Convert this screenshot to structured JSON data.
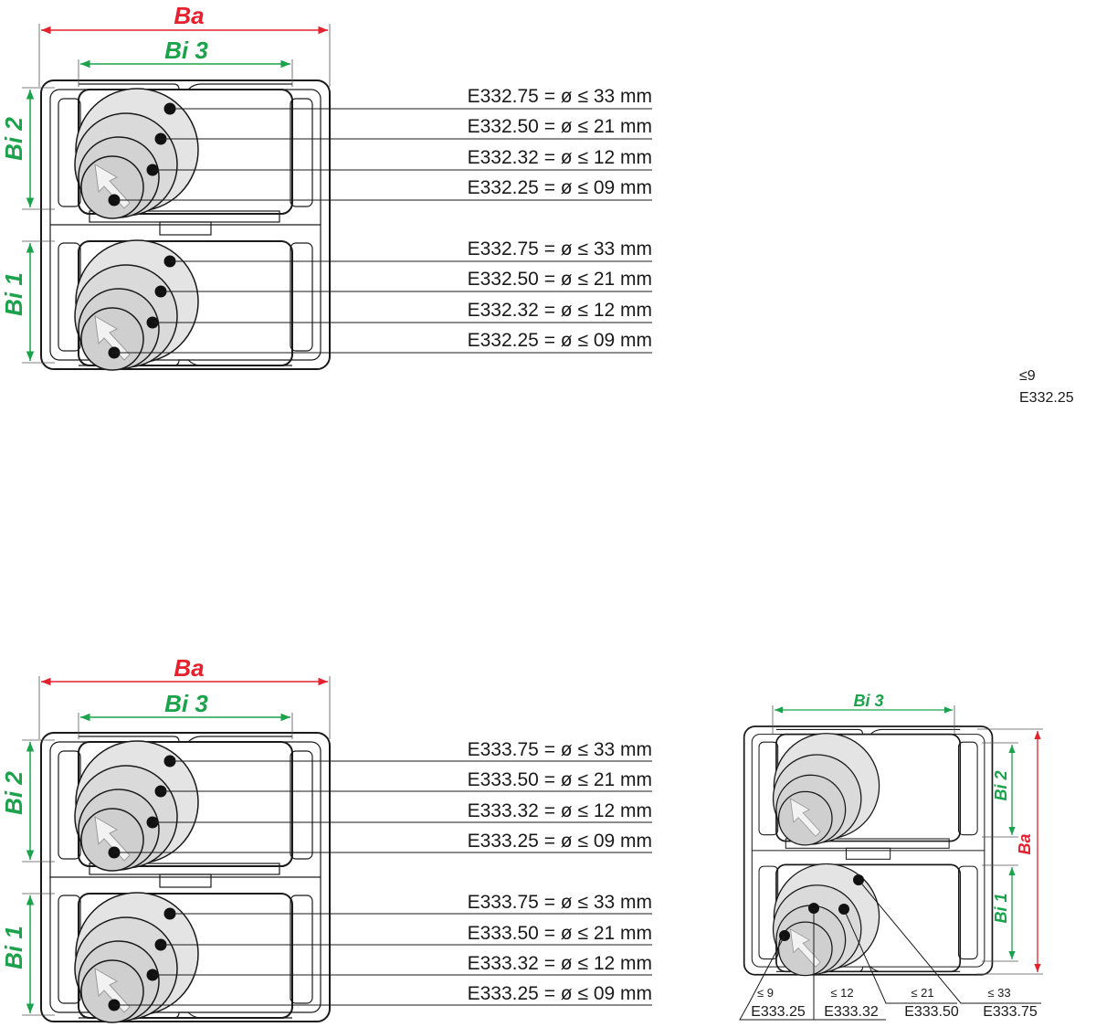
{
  "colors": {
    "red": "#e5212d",
    "green": "#1aa34a",
    "line": "#1a1a1a",
    "circle_fill": "#e2e2e2"
  },
  "dims": {
    "ba": "Ba",
    "bi3": "Bi 3",
    "bi2": "Bi 2",
    "bi1": "Bi 1"
  },
  "series_e332": {
    "upper": [
      "E332.75 = ø ≤ 33 mm",
      "E332.50 = ø ≤ 21 mm",
      "E332.32 = ø ≤ 12 mm",
      "E332.25 = ø ≤ 09 mm"
    ],
    "lower": [
      "E332.75 = ø ≤ 33 mm",
      "E332.50 = ø ≤ 21 mm",
      "E332.32 = ø ≤ 12 mm",
      "E332.25 = ø ≤ 09 mm"
    ]
  },
  "series_e333": {
    "upper": [
      "E333.75 = ø ≤ 33 mm",
      "E333.50 = ø ≤ 21 mm",
      "E333.32 = ø ≤ 12 mm",
      "E333.25 = ø ≤ 09 mm"
    ],
    "lower": [
      "E333.75 = ø ≤ 33 mm",
      "E333.50 = ø ≤ 21 mm",
      "E333.32 = ø ≤ 12 mm",
      "E333.25 = ø ≤ 09 mm"
    ]
  },
  "stray_label": {
    "size": "≤9",
    "code": "E332.25"
  },
  "side_view": {
    "items": [
      {
        "size": "≤ 9",
        "code": "E333.25"
      },
      {
        "size": "≤ 12",
        "code": "E333.32"
      },
      {
        "size": "≤ 21",
        "code": "E333.50"
      },
      {
        "size": "≤ 33",
        "code": "E333.75"
      }
    ]
  }
}
